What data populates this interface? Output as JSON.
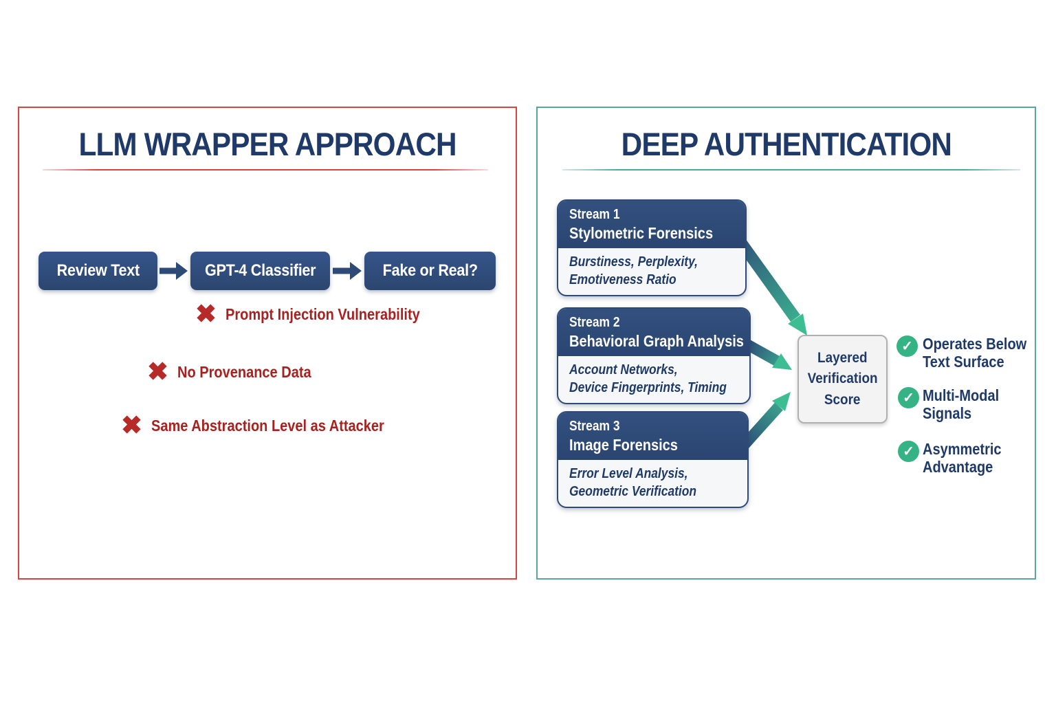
{
  "icons": {
    "x": "✖",
    "check": "✓"
  },
  "colors": {
    "navy_box": "#2e4a77",
    "navy_text": "#1f3a68",
    "red_accent": "#d9453d",
    "red_text": "#a8211f",
    "teal_accent": "#55a8a0",
    "green_check": "#35b384",
    "arrow_green": "#3dbd92"
  },
  "left_panel": {
    "title": "LLM WRAPPER APPROACH",
    "flow_steps": [
      "Review Text",
      "GPT-4 Classifier",
      "Fake or Real?"
    ],
    "issues": [
      "Prompt Injection Vulnerability",
      "No Provenance Data",
      "Same Abstraction Level as Attacker"
    ]
  },
  "right_panel": {
    "title": "DEEP AUTHENTICATION",
    "streams": [
      {
        "label": "Stream 1",
        "name": "Stylometric Forensics",
        "detail1": "Burstiness, Perplexity,",
        "detail2": "Emotiveness Ratio"
      },
      {
        "label": "Stream 2",
        "name": "Behavioral Graph Analysis",
        "detail1": "Account Networks,",
        "detail2": "Device Fingerprints, Timing"
      },
      {
        "label": "Stream 3",
        "name": "Image Forensics",
        "detail1": "Error Level Analysis,",
        "detail2": "Geometric Verification"
      }
    ],
    "score_box": {
      "line1": "Layered",
      "line2": "Verification",
      "line3": "Score"
    },
    "benefits": [
      {
        "line1": "Operates Below",
        "line2": "Text Surface"
      },
      {
        "line1": "Multi-Modal",
        "line2": "Signals"
      },
      {
        "line1": "Asymmetric",
        "line2": "Advantage"
      }
    ]
  }
}
